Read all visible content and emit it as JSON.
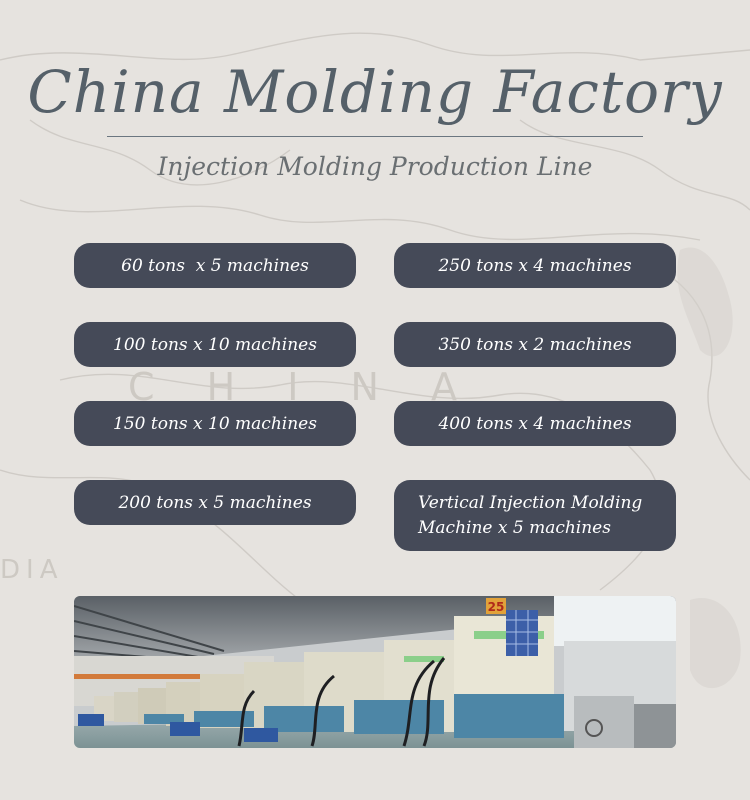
{
  "header": {
    "title": "China Molding Factory",
    "subtitle": "Injection Molding Production Line"
  },
  "machines": [
    {
      "label": "60 tons  x 5 machines"
    },
    {
      "label": "250 tons x 4 machines"
    },
    {
      "label": "100 tons x 10 machines"
    },
    {
      "label": "350 tons x 2 machines"
    },
    {
      "label": "150 tons x 10 machines"
    },
    {
      "label": "400 tons x 4 machines"
    },
    {
      "label": "200 tons x 5 machines"
    },
    {
      "label": "Vertical Injection Molding Machine x 5 machines"
    }
  ],
  "background_map": {
    "labels": [
      "C H I N A",
      "DIA"
    ]
  },
  "photo": {
    "machine_number": "25"
  },
  "colors": {
    "pill_bg": "#454a58",
    "title": "#556069",
    "background": "#e6e3df"
  }
}
